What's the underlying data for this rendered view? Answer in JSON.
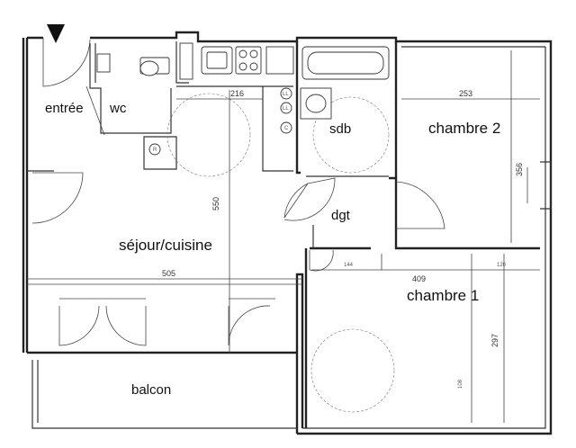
{
  "rooms": {
    "entree": "entrée",
    "wc": "wc",
    "sdb": "sdb",
    "chambre2": "chambre 2",
    "dgt": "dgt",
    "sejour": "séjour/cuisine",
    "chambre1": "chambre 1",
    "balcon": "balcon"
  },
  "dimensions": {
    "d216": "216",
    "d253": "253",
    "d356": "356",
    "d550": "550",
    "d505": "505",
    "d409": "409",
    "d297": "297",
    "d144": "144",
    "d120": "120",
    "d108": "108"
  },
  "symbols": {
    "ll_top": "LL",
    "ll_bottom": "LL",
    "c": "C",
    "r": "R"
  },
  "colors": {
    "wall": "#222222",
    "background": "#ffffff"
  }
}
